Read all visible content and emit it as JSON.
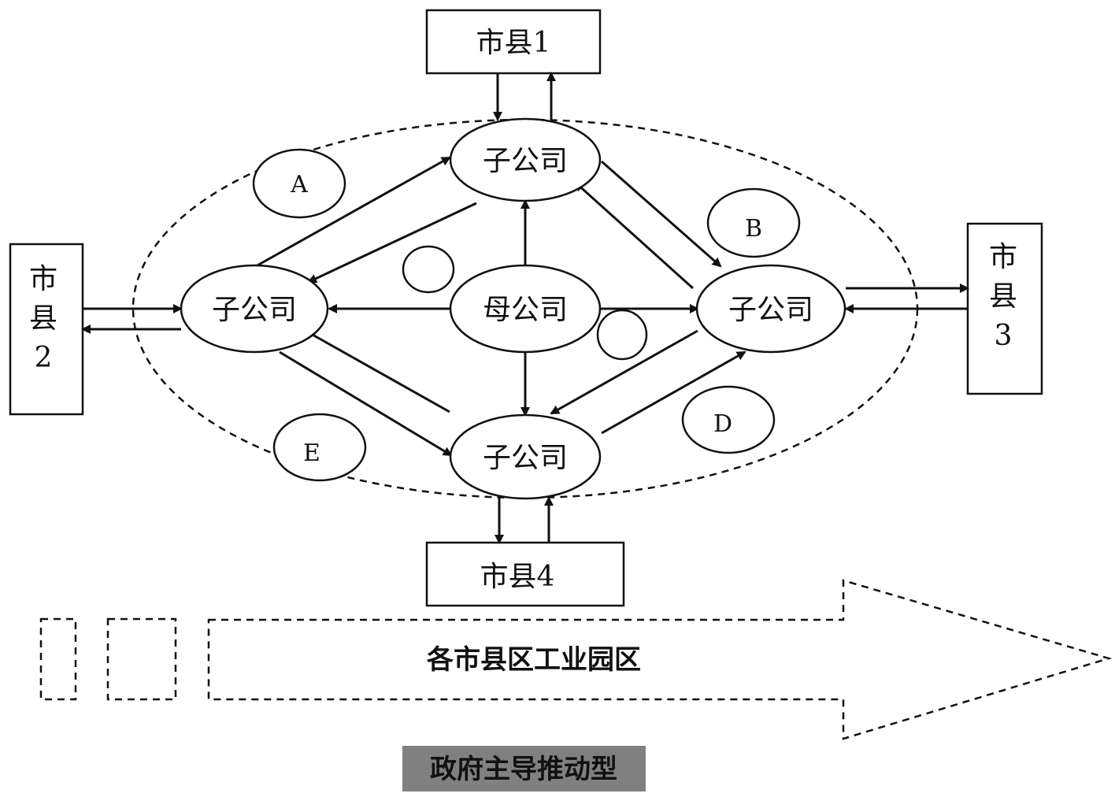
{
  "diagram": {
    "county1": "市县1",
    "county2_lines": [
      "市",
      "县",
      "2"
    ],
    "county3_lines": [
      "市",
      "县",
      "3"
    ],
    "county4": "市县4",
    "parent": "母公司",
    "subsidiary_top": "子公司",
    "subsidiary_left": "子公司",
    "subsidiary_right": "子公司",
    "subsidiary_bottom": "子公司",
    "circle_a": "A",
    "circle_b": "B",
    "circle_d": "D",
    "circle_e": "E",
    "circle_blank_1": "",
    "circle_blank_2": "",
    "park_arrow": "各市县区工业园区",
    "caption": "政府主导推动型"
  }
}
